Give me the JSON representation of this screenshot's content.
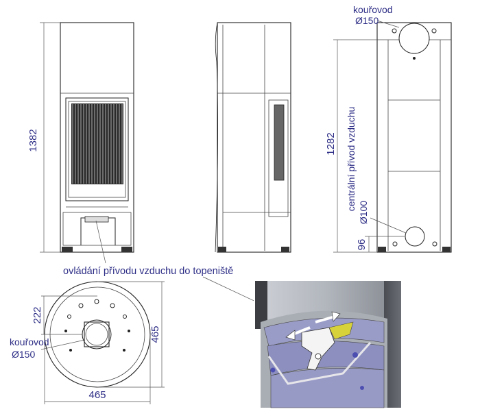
{
  "front_view": {
    "height_dim": "1382"
  },
  "rear_view": {
    "flue_label": "kouřovod",
    "flue_dim": "Ø150",
    "flue_height_dim": "1282",
    "central_air_label": "centrální přívod vzduchu",
    "central_air_dim": "Ø100",
    "central_air_height_dim": "96"
  },
  "air_control_caption": "ovládání přívodu vzduchu do topeniště",
  "top_view": {
    "depth_dim": "222",
    "diameter_v": "465",
    "diameter_h": "465",
    "flue_label": "kouřovod",
    "flue_dim": "Ø150"
  },
  "colors": {
    "label_text": "#2d2d86",
    "stove_body": "#b0b4bc",
    "cylinder_dark": "#4a4c52",
    "panel_blue": "#9a9cc8",
    "handle_white": "#f4f4f4",
    "accent_yellow": "#d8d23a"
  }
}
